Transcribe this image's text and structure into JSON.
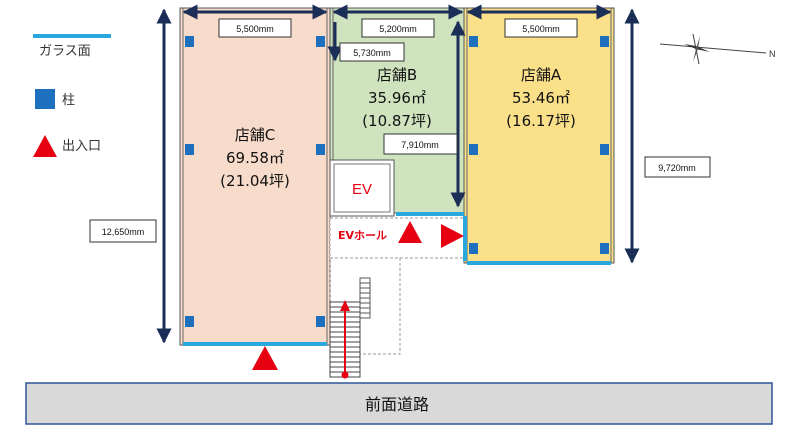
{
  "legend": {
    "glass_label": "ガラス面",
    "pillar_label": "柱",
    "entrance_label": "出入口"
  },
  "compass": {
    "north_label": "N"
  },
  "stores": {
    "a": {
      "name": "店舗A",
      "area": "53.46㎡",
      "tsubo": "(16.17坪)",
      "fill": "#fbe08a"
    },
    "b": {
      "name": "店舗B",
      "area": "35.96㎡",
      "tsubo": "(10.87坪)",
      "fill": "#cfe3bf"
    },
    "c": {
      "name": "店舗C",
      "area": "69.58㎡",
      "tsubo": "(21.04坪)",
      "fill": "#f8dccb"
    }
  },
  "dimensions": {
    "c_width": "5,500mm",
    "b_width": "5,200mm",
    "a_width": "5,500mm",
    "b_depth": "5,730mm",
    "b_total_depth": "7,910mm",
    "a_depth": "9,720mm",
    "c_depth": "12,650mm"
  },
  "ev": {
    "label": "EV",
    "hall_label": "EVホール"
  },
  "road": {
    "label": "前面道路"
  },
  "colors": {
    "glass": "#29a8e0",
    "pillar": "#1f6fbf",
    "arrow": "#1b2e57",
    "entrance": "#e60012",
    "road_fill": "#d9d9d9",
    "road_stroke": "#2f5597"
  }
}
